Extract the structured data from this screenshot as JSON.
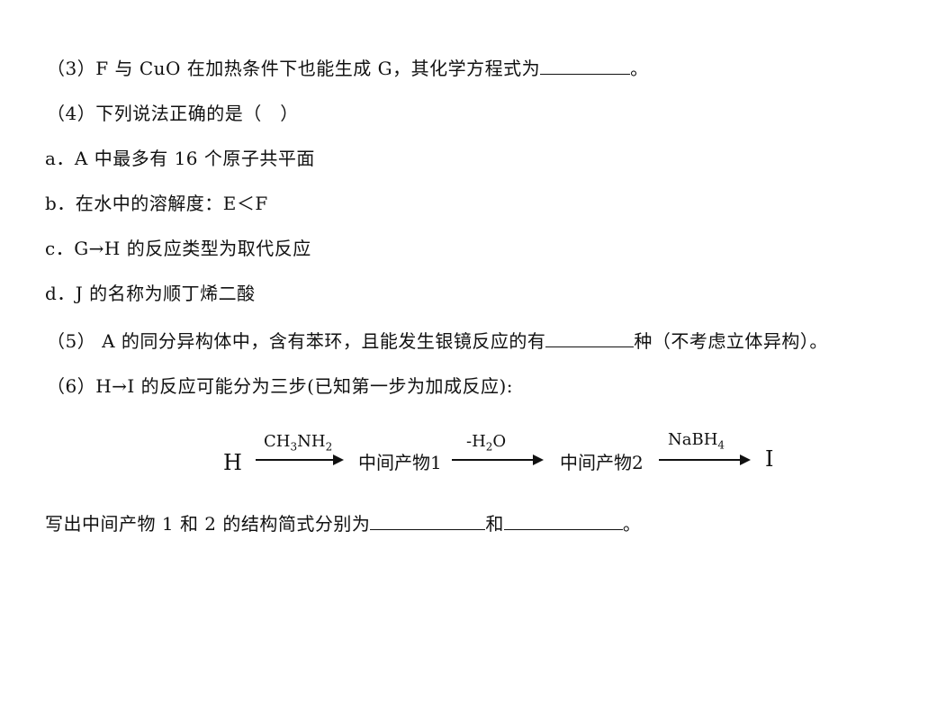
{
  "q3": {
    "text": "（3）F 与 CuO 在加热条件下也能生成 G，其化学方程式为",
    "end": "。"
  },
  "q4": {
    "text": "（4）下列说法正确的是（　）"
  },
  "options": [
    {
      "text": "a．A 中最多有 16 个原子共平面"
    },
    {
      "text": "b．在水中的溶解度：E＜F"
    },
    {
      "text": "c．G→H 的反应类型为取代反应"
    },
    {
      "text": "d．J 的名称为顺丁烯二酸"
    }
  ],
  "q5": {
    "before": "（5） A 的同分异构体中，含有苯环，且能发生银镜反应的有",
    "after": "种（不考虑立体异构）。"
  },
  "q6": {
    "text": "（6）H→I 的反应可能分为三步(已知第一步为加成反应):"
  },
  "reaction": {
    "start": "H",
    "reagent1_main": "CH",
    "reagent1_sub1": "3",
    "reagent1_mid": "NH",
    "reagent1_sub2": "2",
    "intermediate1": "中间产物1",
    "reagent2_pre": "-H",
    "reagent2_sub": "2",
    "reagent2_post": "O",
    "intermediate2": "中间产物2",
    "reagent3_main": "NaBH",
    "reagent3_sub": "4",
    "end": "I"
  },
  "final": {
    "before": "写出中间产物 1 和 2 的结构简式分别为",
    "mid": "和",
    "end": "。"
  }
}
